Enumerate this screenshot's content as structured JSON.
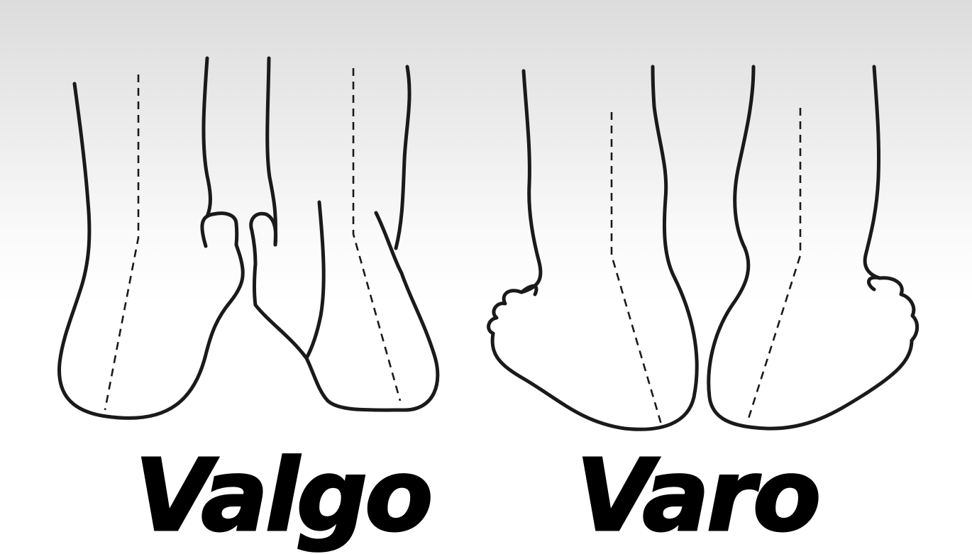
{
  "labels": {
    "valgo": "Valgo",
    "varo": "Varo"
  },
  "figures": [
    {
      "name": "valgo-feet",
      "icon": "valgus-heel-pair"
    },
    {
      "name": "varo-feet",
      "icon": "varus-heel-pair"
    }
  ],
  "colors": {
    "ink": "#1a1a1a",
    "background_top": "#dcdcdc",
    "background_bottom": "#ffffff"
  }
}
